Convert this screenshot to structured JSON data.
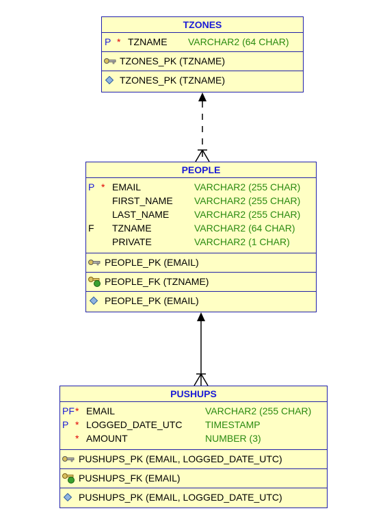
{
  "tables": {
    "tzones": {
      "name": "TZONES",
      "columns": [
        {
          "flag": "P",
          "required": "*",
          "name": "TZNAME",
          "type": "VARCHAR2 (64 CHAR)"
        }
      ],
      "pk": "TZONES_PK (TZNAME)",
      "index": "TZONES_PK (TZNAME)"
    },
    "people": {
      "name": "PEOPLE",
      "columns": [
        {
          "flag": "P",
          "required": "*",
          "name": "EMAIL",
          "type": "VARCHAR2 (255 CHAR)"
        },
        {
          "flag": "",
          "required": "",
          "name": "FIRST_NAME",
          "type": "VARCHAR2 (255 CHAR)"
        },
        {
          "flag": "",
          "required": "",
          "name": "LAST_NAME",
          "type": "VARCHAR2 (255 CHAR)"
        },
        {
          "flag": "F",
          "required": "",
          "name": "TZNAME",
          "type": "VARCHAR2 (64 CHAR)"
        },
        {
          "flag": "",
          "required": "",
          "name": "PRIVATE",
          "type": "VARCHAR2 (1 CHAR)"
        }
      ],
      "pk": "PEOPLE_PK (EMAIL)",
      "fk": "PEOPLE_FK (TZNAME)",
      "index": "PEOPLE_PK (EMAIL)"
    },
    "pushups": {
      "name": "PUSHUPS",
      "columns": [
        {
          "flag": "PF",
          "required": "*",
          "name": "EMAIL",
          "type": "VARCHAR2 (255 CHAR)"
        },
        {
          "flag": "P",
          "required": "*",
          "name": "LOGGED_DATE_UTC",
          "type": "TIMESTAMP"
        },
        {
          "flag": "",
          "required": "*",
          "name": "AMOUNT",
          "type": "NUMBER (3)"
        }
      ],
      "pk": "PUSHUPS_PK (EMAIL, LOGGED_DATE_UTC)",
      "fk": "PUSHUPS_FK (EMAIL)",
      "index": "PUSHUPS_PK (EMAIL, LOGGED_DATE_UTC)"
    }
  },
  "relationships": [
    {
      "from": "people",
      "to": "tzones",
      "style": "dashed",
      "ends": "arrow-to-crowsfoot"
    },
    {
      "from": "pushups",
      "to": "people",
      "style": "solid",
      "ends": "arrow-to-crowsfoot"
    }
  ],
  "colors": {
    "box_fill": "#ffffc4",
    "box_border": "#1f1fa8",
    "title": "#1a1ad6",
    "flag": "#1a1ad6",
    "required": "#e00000",
    "datatype": "#2a8a10"
  },
  "icons": [
    "primary-key-icon",
    "foreign-key-icon",
    "index-icon"
  ]
}
